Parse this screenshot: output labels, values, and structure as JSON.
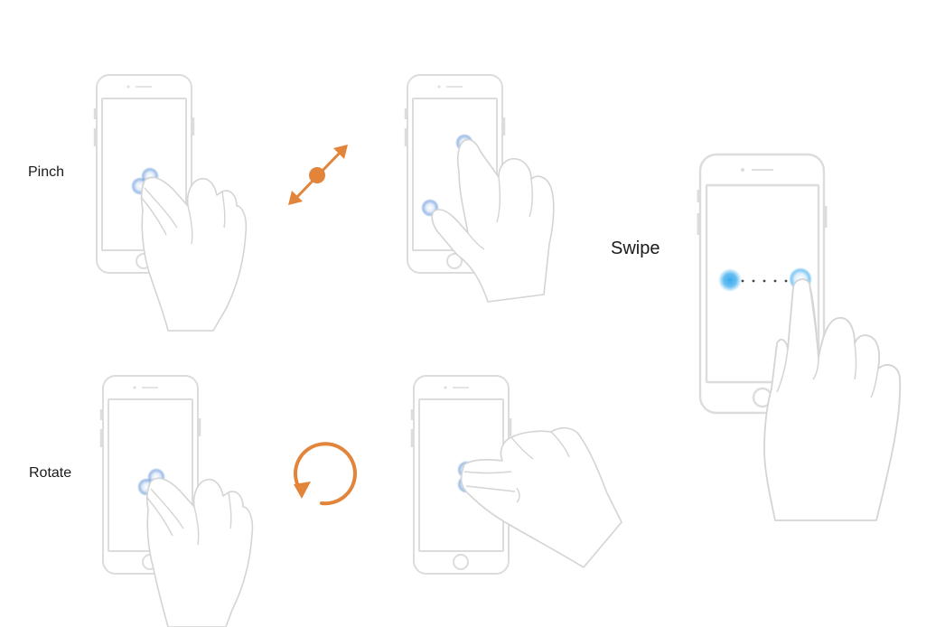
{
  "gestures": {
    "pinch": {
      "label": "Pinch"
    },
    "rotate": {
      "label": "Rotate"
    },
    "swipe": {
      "label": "Swipe"
    }
  },
  "colors": {
    "phone_outline": "#dcdcdc",
    "hand_outline": "#d4d4d4",
    "touch_point": "#5b8fd6",
    "swipe_touch": "#38a9ee",
    "gesture_accent": "#e2843a"
  },
  "icons": {
    "pinch_indicator": "diagonal-double-arrow-with-dot",
    "rotate_indicator": "circular-arrow-counterclockwise"
  }
}
